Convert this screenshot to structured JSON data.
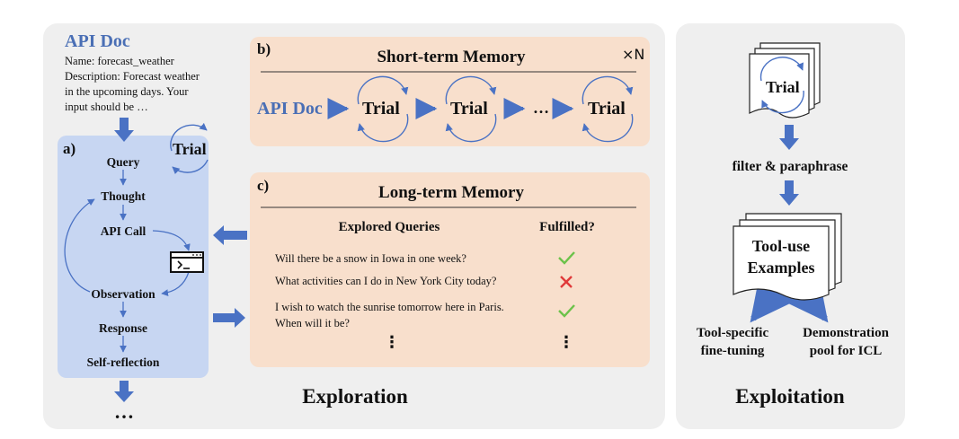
{
  "colors": {
    "panel_bg": "#efefef",
    "blue_panel": "#c7d6f2",
    "peach_panel": "#f8dfcc",
    "arrow": "#4a72c4",
    "doc_title": "#4a6fb5",
    "check": "#6cc24a",
    "cross": "#e03a3a"
  },
  "api_doc": {
    "title": "API Doc",
    "lines": [
      "Name: forecast_weather",
      "Description: Forecast weather",
      "in the upcoming days. Your",
      "input should be …"
    ]
  },
  "panel_a": {
    "letter": "a)",
    "trial": "Trial",
    "steps": [
      "Query",
      "Thought",
      "API Call",
      "Observation",
      "Response",
      "Self-reflection"
    ],
    "ellipsis": "…"
  },
  "panel_b": {
    "letter": "b)",
    "title": "Short-term Memory",
    "repeat": "×N",
    "api_doc": "API Doc",
    "trials": [
      "Trial",
      "Trial",
      "Trial"
    ],
    "ellipsis": "…"
  },
  "panel_c": {
    "letter": "c)",
    "title": "Long-term Memory",
    "col_queries": "Explored Queries",
    "col_fulfilled": "Fulfilled?",
    "rows": [
      {
        "query": "Will there be a snow in Iowa in one week?",
        "fulfilled": true
      },
      {
        "query": "What activities can I do in New York City today?",
        "fulfilled": false
      },
      {
        "query": "I wish to watch the sunrise tomorrow here in Paris. When will it be?",
        "fulfilled": true
      }
    ],
    "vdots": "⋮"
  },
  "exploration_label": "Exploration",
  "exploitation": {
    "trial": "Trial",
    "filter": "filter & paraphrase",
    "examples": [
      "Tool-use",
      "Examples"
    ],
    "out_left": [
      "Tool-specific",
      "fine-tuning"
    ],
    "out_right": [
      "Demonstration",
      "pool for ICL"
    ],
    "label": "Exploitation"
  }
}
